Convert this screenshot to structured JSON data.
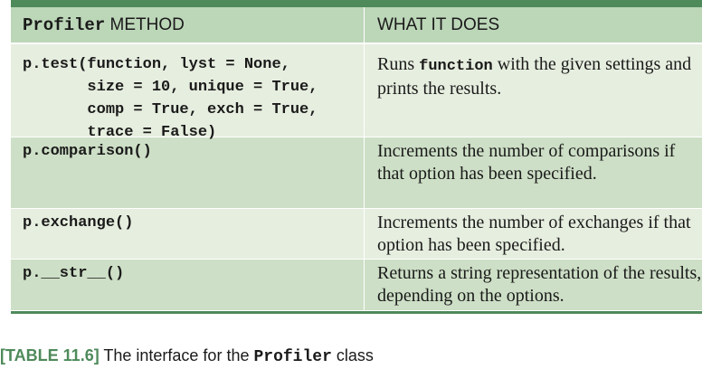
{
  "table": {
    "header": {
      "method_code": "Profiler",
      "method_rest": " METHOD",
      "what_it_does": "WHAT IT DOES"
    },
    "rows": [
      {
        "method": "p.test(function, lyst = None,\n       size = 10, unique = True,\n       comp = True, exch = True,\n       trace = False)",
        "desc_before": "Runs ",
        "desc_code": "function",
        "desc_after": " with the given settings and prints the results."
      },
      {
        "method": "p.comparison()",
        "desc": "Increments the number of comparisons if that option has been specified."
      },
      {
        "method": "p.exchange()",
        "desc": "Increments the number of exchanges if that option has been specified."
      },
      {
        "method": "p.__str__()",
        "desc": "Returns a string representation of the results, depending on the options."
      }
    ]
  },
  "caption": {
    "open_bracket": "[",
    "label": "TABLE 11.6",
    "close_bracket": "]",
    "text_before": " The interface for the ",
    "code": "Profiler",
    "text_after": " class"
  },
  "colors": {
    "accent": "#4e8a5a",
    "header_bg": "#bcd6b8",
    "row_light": "#e6eedf",
    "row_mid": "#cddfc6"
  }
}
